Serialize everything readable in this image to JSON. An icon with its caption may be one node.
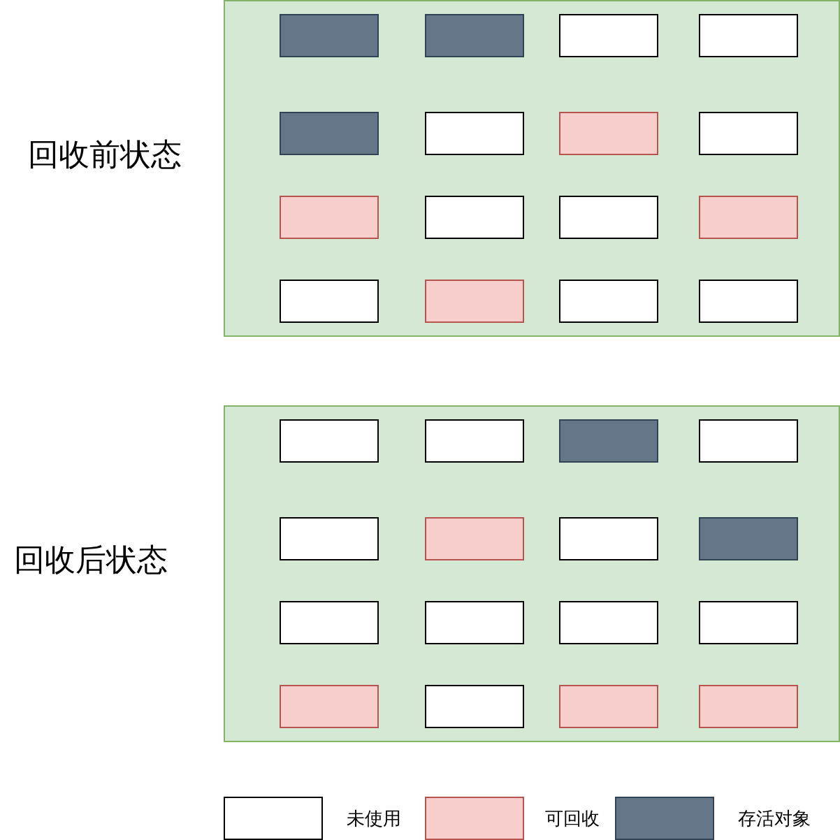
{
  "diagram": {
    "nodes": [
      {
        "text": [
          "回收前状态"
        ]
      },
      {
        "text": [],
        "shape": "box",
        "in": 0
      },
      {
        "text": [],
        "shape": "box",
        "in": 0
      },
      {
        "text": [],
        "shape": "box",
        "in": 0
      },
      {
        "text": [],
        "shape": "box",
        "in": 0
      },
      {
        "text": [],
        "shape": "box",
        "in": 0
      },
      {
        "text": [],
        "shape": "box",
        "in": 0
      },
      {
        "text": [],
        "shape": "box",
        "in": 0
      },
      {
        "text": [],
        "shape": "box",
        "in": 0
      },
      {
        "text": [],
        "shape": "box",
        "in": 0
      },
      {
        "text": [],
        "shape": "box",
        "in": 0
      },
      {
        "text": [],
        "shape": "box",
        "in": 0
      },
      {
        "text": [],
        "shape": "box",
        "in": 0
      },
      {
        "text": [],
        "shape": "box",
        "in": 0
      },
      {
        "text": [],
        "shape": "box",
        "in": 0
      },
      {
        "text": [],
        "shape": "box",
        "in": 0
      },
      {
        "text": [],
        "shape": "box",
        "in": 0
      },
      {
        "text": [
          "回收后状态"
        ]
      },
      {
        "text": [],
        "shape": "box",
        "in": 17
      },
      {
        "text": [],
        "shape": "box",
        "in": 17
      },
      {
        "text": [],
        "shape": "box",
        "in": 17
      },
      {
        "text": [],
        "shape": "box",
        "in": 17
      },
      {
        "text": [],
        "shape": "box",
        "in": 17
      },
      {
        "text": [],
        "shape": "box",
        "in": 17
      },
      {
        "text": [],
        "shape": "box",
        "in": 17
      },
      {
        "text": [],
        "shape": "box",
        "in": 17
      },
      {
        "text": [],
        "shape": "box",
        "in": 17
      },
      {
        "text": [],
        "shape": "box",
        "in": 17
      },
      {
        "text": [],
        "shape": "box",
        "in": 17
      },
      {
        "text": [],
        "shape": "box",
        "in": 17
      },
      {
        "text": [],
        "shape": "box",
        "in": 17
      },
      {
        "text": [],
        "shape": "box",
        "in": 17
      },
      {
        "text": [],
        "shape": "box",
        "in": 17
      },
      {
        "text": [],
        "shape": "box",
        "in": 17
      }
    ],
    "legend": [
      {
        "text": "未使用",
        "color": "#ffffff"
      },
      {
        "text": "可回收",
        "color": "#f8cecc"
      },
      {
        "text": "存活对象",
        "color": "#647687"
      }
    ]
  }
}
